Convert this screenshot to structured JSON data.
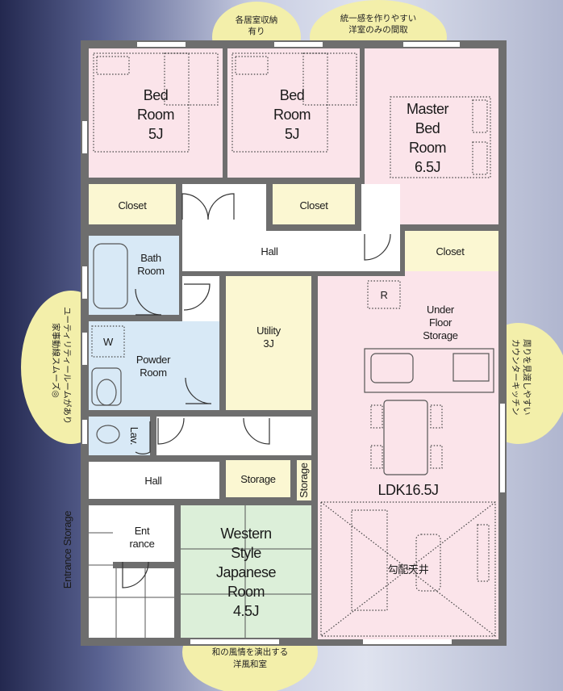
{
  "notes": {
    "top1_line1": "各居室収納",
    "top1_line2": "有り",
    "top2_line1": "統一感を作りやすい",
    "top2_line2": "洋室のみの間取",
    "left_line1": "ユーティリティールームがあり",
    "left_line2": "家事動線スムーズ◎",
    "right_line1": "周りを見渡しやすい",
    "right_line2": "カウンターキッチン",
    "bottom_line1": "和の風情を演出する",
    "bottom_line2": "洋風和室"
  },
  "rooms": {
    "bed1": {
      "line1": "Bed",
      "line2": "Room",
      "line3": "5J"
    },
    "bed2": {
      "line1": "Bed",
      "line2": "Room",
      "line3": "5J"
    },
    "master": {
      "line1": "Master",
      "line2": "Bed",
      "line3": "Room",
      "line4": "6.5J"
    },
    "closet1": "Closet",
    "closet2": "Closet",
    "closet3": "Closet",
    "hall_upper": "Hall",
    "bath": {
      "line1": "Bath",
      "line2": "Room"
    },
    "utility": {
      "line1": "Utility",
      "line2": "3J"
    },
    "underfloor": {
      "line1": "Under",
      "line2": "Floor",
      "line3": "Storage"
    },
    "powder": {
      "line1": "Powder",
      "line2": "Room"
    },
    "washer_mark": "W",
    "fridge_mark": "R",
    "lav": "Lav.",
    "hall_lower": "Hall",
    "storage1": "Storage",
    "storage2": "Storage",
    "ldk": "LDK16.5J",
    "entrance": {
      "line1": "Ent",
      "line2": "rance"
    },
    "entrance_storage": "Entrance Storage",
    "western": {
      "line1": "Western",
      "line2": "Style",
      "line3": "Japanese",
      "line4": "Room",
      "line5": "4.5J"
    },
    "ceiling": "勾配天井"
  },
  "colors": {
    "pink_room": "#fbe4ea",
    "blue_room": "#d8e9f6",
    "green_room": "#dcefd9",
    "cream": "#fbf7d2",
    "bubble": "#f3efaa",
    "wall": "#6e6e6e"
  }
}
